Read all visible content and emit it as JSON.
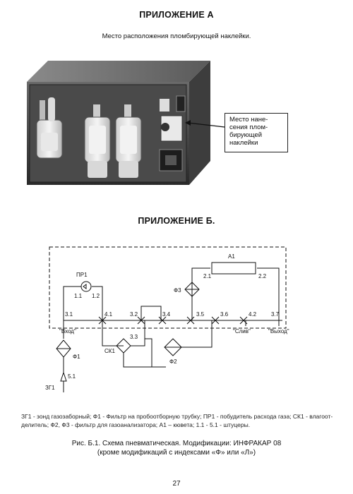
{
  "appendix_a": {
    "title": "ПРИЛОЖЕНИЕ А",
    "subtitle": "Место расположения пломбирующей наклейки.",
    "callout_lines": [
      "Место нане-",
      "сения плом-",
      "бирующей",
      "наклейки"
    ]
  },
  "appendix_b": {
    "title": "ПРИЛОЖЕНИЕ Б.",
    "diagram": {
      "labels": {
        "pr1": "ПР1",
        "a1": "А1",
        "f1": "Ф1",
        "f2": "Ф2",
        "f3": "Ф3",
        "sk1": "СК1",
        "zg1": "ЗГ1",
        "in": "\"Вход\"",
        "drain": "\"Слив\"",
        "out": "\"Выход\"",
        "n11": "1.1",
        "n12": "1.2",
        "n21": "2.1",
        "n22": "2.2",
        "n31": "3.1",
        "n32": "3.2",
        "n33": "3.3",
        "n34": "3.4",
        "n35": "3.5",
        "n36": "3.6",
        "n37": "3.7",
        "n41": "4.1",
        "n42": "4.2",
        "n51": "5.1"
      }
    },
    "legend_lines": [
      "ЗГ1 - зонд газозаборный; Ф1 - Фильтр на пробоотборную трубку; ПР1 - побудитель расхода газа; СК1 - влагоот-",
      "делитель; Ф2, Ф3 - фильтр для газоанализатора; А1 – кювета; 1.1 - 5.1 - штуцеры."
    ],
    "caption_lines": [
      "Рис. Б.1. Схема пневматическая. Модификации: ИНФРАКАР 08",
      "(кроме модификаций с индексами «Ф» или «Л»)"
    ]
  },
  "page_number": "27"
}
